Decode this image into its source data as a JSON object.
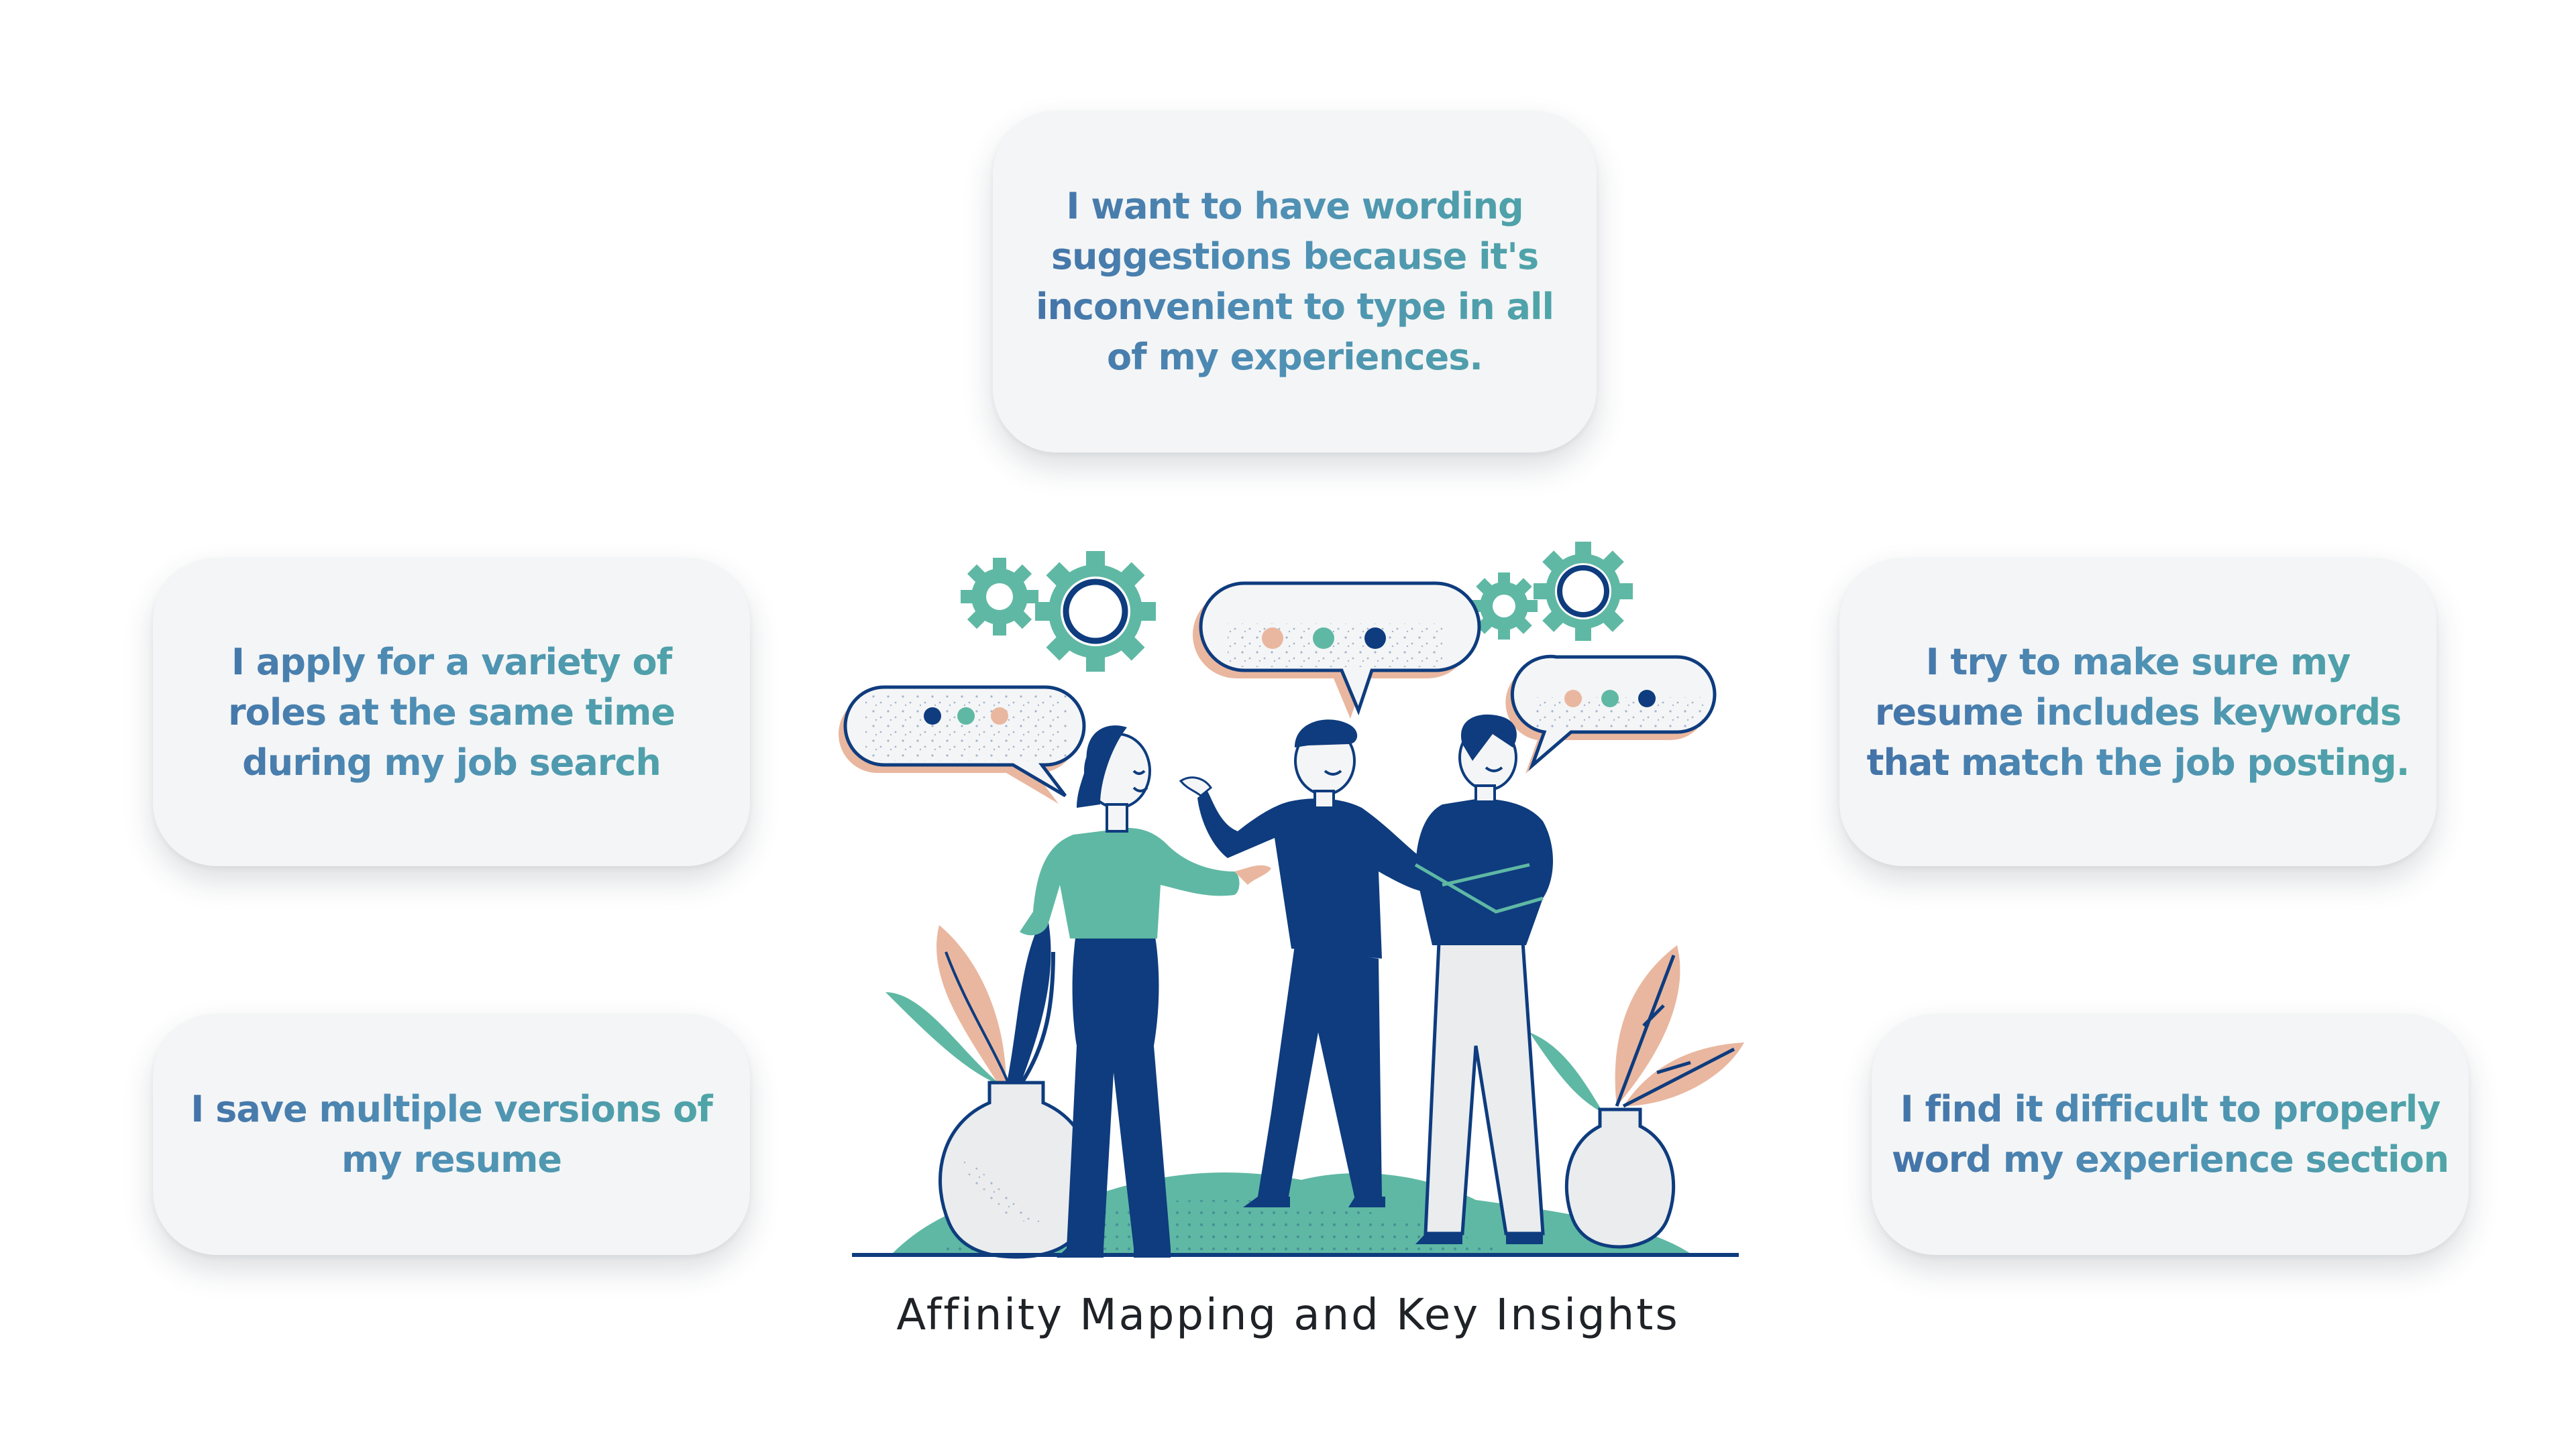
{
  "insights": {
    "top": "I want to have wording suggestions because it's inconvenient to type in all of my experiences.",
    "left_upper": "I apply for a variety of roles at the same time during my job search",
    "right_upper": "I try to make sure my resume includes keywords that match the job posting.",
    "left_lower": "I save multiple versions of my resume",
    "right_lower": "I find it difficult to properly word my experience section"
  },
  "caption": "Affinity Mapping and Key Insights",
  "colors": {
    "navy": "#0e3c7e",
    "teal": "#5fb8a4",
    "peach": "#e9b79f",
    "card_bg": "#f4f5f6",
    "text_blue": "#4372a8",
    "text_teal": "#4fa6a7"
  }
}
